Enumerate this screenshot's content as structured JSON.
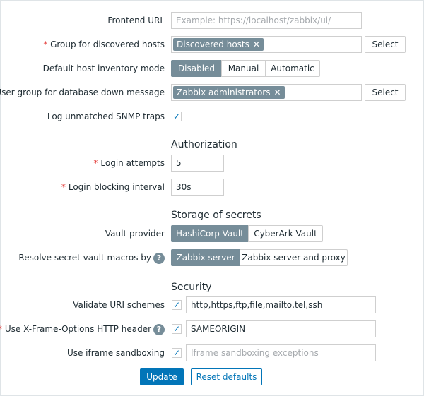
{
  "frontend_url": {
    "label": "Frontend URL",
    "placeholder": "Example: https://localhost/zabbix/ui/",
    "value": ""
  },
  "discovery_group": {
    "label": "Group for discovered hosts",
    "chip": "Discovered hosts",
    "select_label": "Select"
  },
  "inventory_mode": {
    "label": "Default host inventory mode",
    "options": [
      "Disabled",
      "Manual",
      "Automatic"
    ],
    "selected": "Disabled"
  },
  "alert_usrgrp": {
    "label": "User group for database down message",
    "chip": "Zabbix administrators",
    "select_label": "Select"
  },
  "snmp_traps": {
    "label": "Log unmatched SNMP traps",
    "checked": true
  },
  "authorization": {
    "heading": "Authorization"
  },
  "login_attempts": {
    "label": "Login attempts",
    "value": "5"
  },
  "login_block": {
    "label": "Login blocking interval",
    "value": "30s"
  },
  "storage": {
    "heading": "Storage of secrets"
  },
  "vault_provider": {
    "label": "Vault provider",
    "options": [
      "HashiCorp Vault",
      "CyberArk Vault"
    ],
    "selected": "HashiCorp Vault"
  },
  "vault_resolve": {
    "label": "Resolve secret vault macros by",
    "help": "?",
    "options": [
      "Zabbix server",
      "Zabbix server and proxy"
    ],
    "selected": "Zabbix server"
  },
  "security": {
    "heading": "Security"
  },
  "uri_schemes": {
    "label": "Validate URI schemes",
    "checked": true,
    "value": "http,https,ftp,file,mailto,tel,ssh"
  },
  "x_frame": {
    "label": "Use X-Frame-Options HTTP header",
    "help": "?",
    "checked": true,
    "value": "SAMEORIGIN"
  },
  "iframe_sandbox": {
    "label": "Use iframe sandboxing",
    "checked": true,
    "placeholder": "Iframe sandboxing exceptions",
    "value": ""
  },
  "actions": {
    "update_label": "Update",
    "reset_label": "Reset defaults"
  },
  "required_marker": "*",
  "colors": {
    "accent": "#0275b8",
    "segment_active": "#768d99",
    "required": "#e33734",
    "border": "#cfcfcf"
  }
}
